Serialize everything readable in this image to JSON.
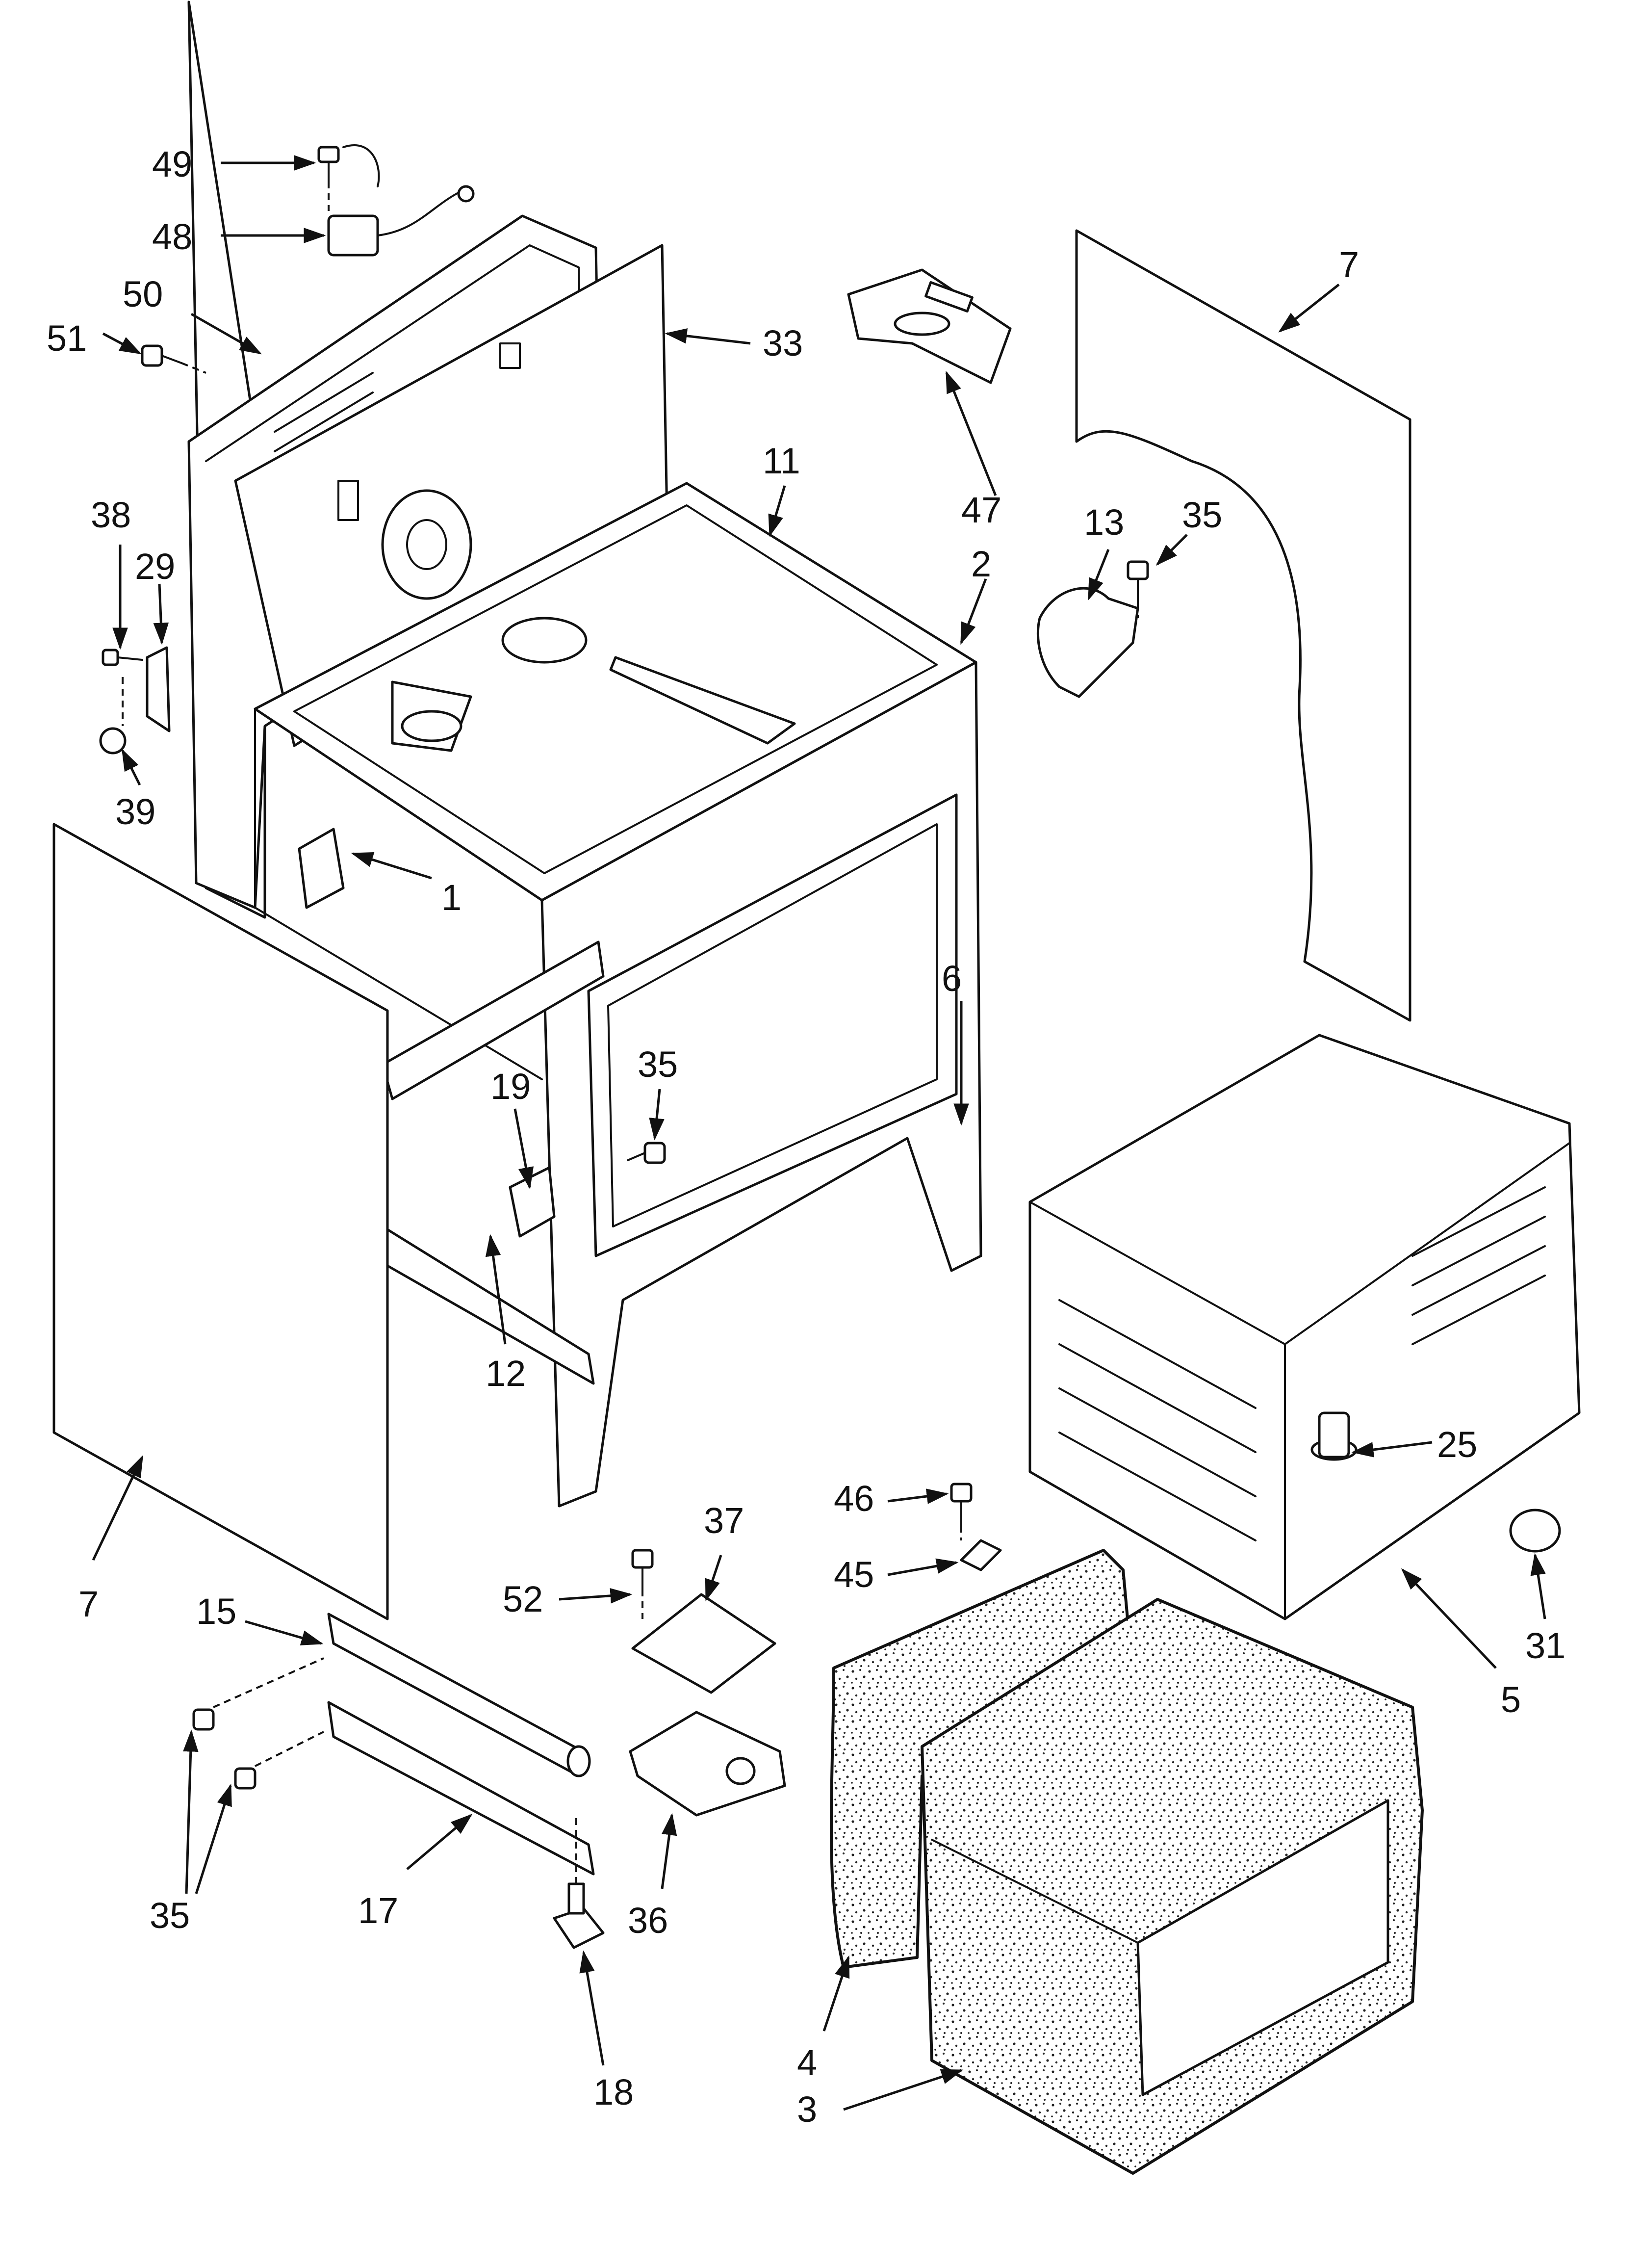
{
  "callouts": {
    "c49": "49",
    "c48": "48",
    "c50": "50",
    "c51": "51",
    "c33": "33",
    "c47": "47",
    "c7a": "7",
    "c11": "11",
    "c2": "2",
    "c13": "13",
    "c35a": "35",
    "c38": "38",
    "c29": "29",
    "c39": "39",
    "c1": "1",
    "c35b": "35",
    "c19": "19",
    "c6": "6",
    "c12": "12",
    "c25": "25",
    "c7b": "7",
    "c15": "15",
    "c37": "37",
    "c46": "46",
    "c52": "52",
    "c45": "45",
    "c31": "31",
    "c5": "5",
    "c35c": "35",
    "c17": "17",
    "c36": "36",
    "c4": "4",
    "c18": "18",
    "c3": "3"
  },
  "colors": {
    "line": "#111111",
    "background": "#ffffff"
  }
}
